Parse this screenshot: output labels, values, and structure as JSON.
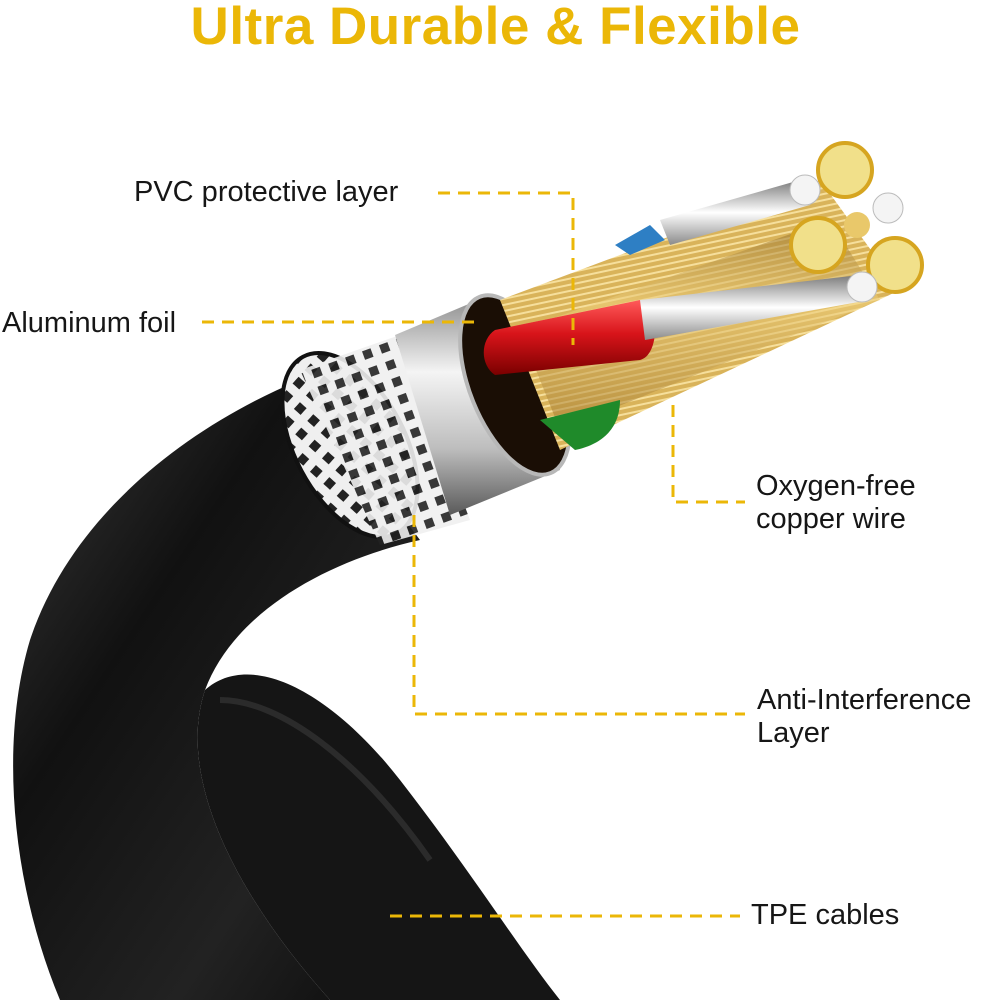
{
  "title": "Ultra Durable & Flexible",
  "accent_color": "#EBB707",
  "labels": {
    "pvc": "PVC protective layer",
    "aluminum": "Aluminum foil",
    "copper_line1": "Oxygen-free",
    "copper_line2": "copper wire",
    "anti_line1": "Anti-Interference",
    "anti_line2": "Layer",
    "tpe": "TPE cables"
  },
  "cable_colors": {
    "jacket": "#151515",
    "braid": "#d8d8d8",
    "foil": "#c9c9c9",
    "copper": "#d9b35a",
    "red_core": "#d91818",
    "green_core": "#1f8a2a",
    "blue_core": "#2e7fc4",
    "silver_strands": "#e8e8e8"
  }
}
